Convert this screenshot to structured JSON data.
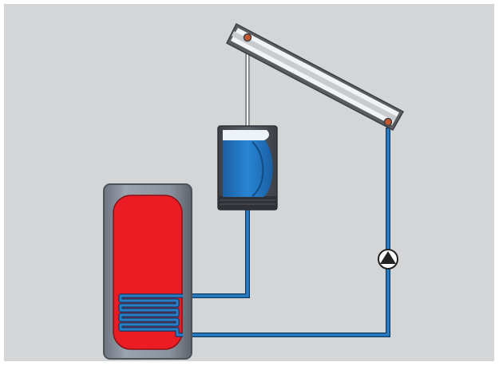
{
  "diagram": {
    "description_components": [
      "solar-collector-panel",
      "drainback-vessel",
      "circulation-pump",
      "hot-water-storage-tank",
      "heat-exchanger-coil"
    ],
    "colors": {
      "background_panel": "#d4d5d7",
      "page_background": "#ffffff",
      "tank_casing": "#8e96a2",
      "tank_casing_dark": "#50565f",
      "tank_water_hot": "#ec1c24",
      "pipe_blue": "#1f6fb1",
      "pipe_outline": "#0c3b64",
      "vessel_casing": "#4e5158",
      "vessel_water": "#1e74c3",
      "vessel_highlight": "#eef3f8",
      "collector_frame": "#5b5d62",
      "collector_glass": "#f2f3f4",
      "pump_fill": "#ffffff",
      "pump_stroke": "#222222"
    },
    "icons": {
      "pump": "pump-icon"
    }
  }
}
